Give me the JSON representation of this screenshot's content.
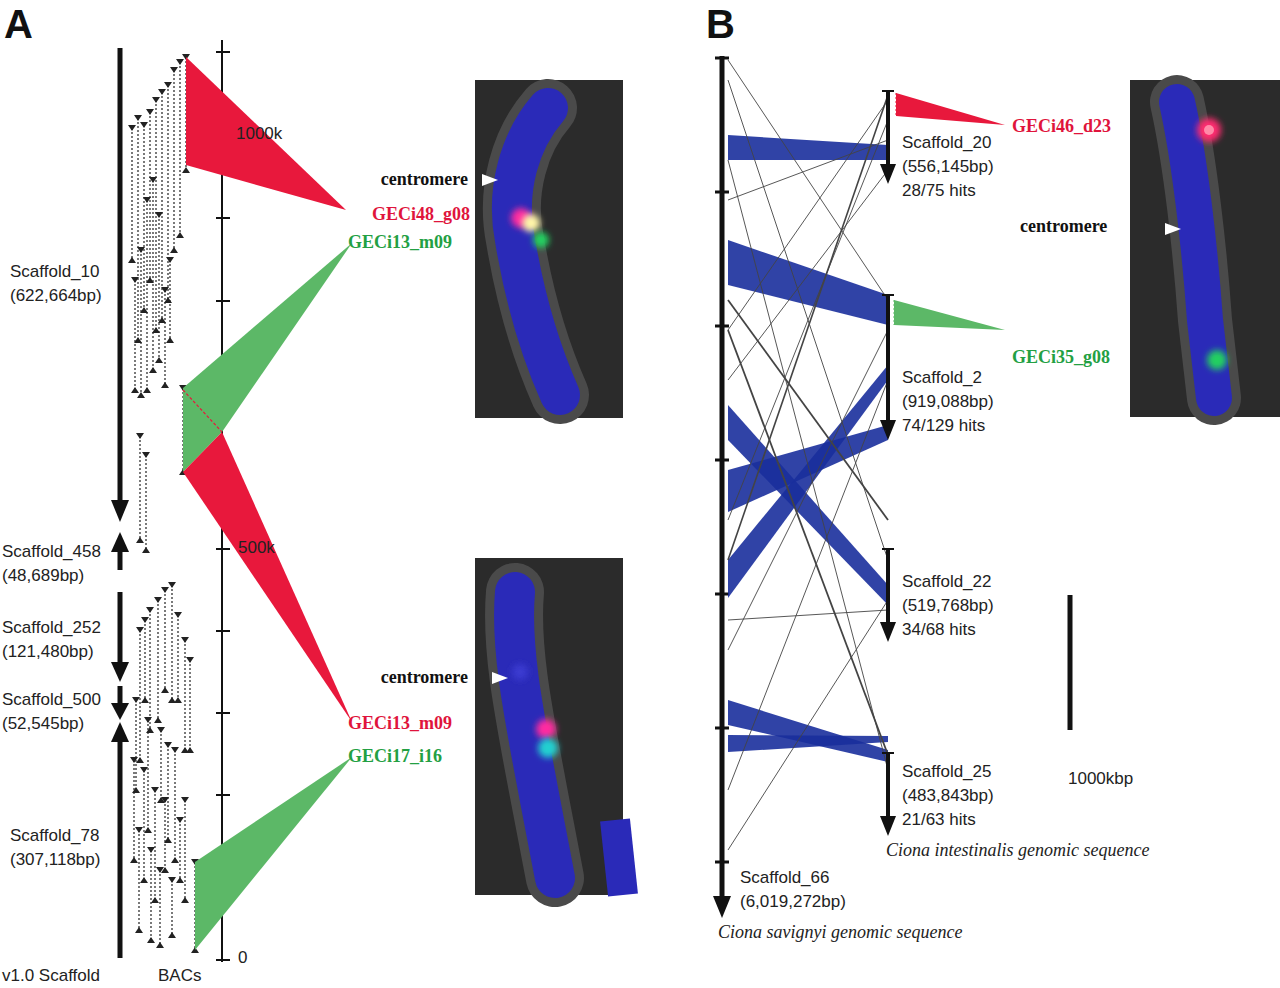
{
  "diagram": {
    "labels": [
      "A",
      "Scaffold_10 (622,664bp)",
      "Scaffold_458 (48,689bp)",
      "Scaffold_252 (121,480bp)",
      "Scaffold_500 (52,545bp)",
      "Scaffold_78 (307,118bp)",
      "v1.0 Scaffold",
      "BACs",
      "1000k",
      "500k",
      "0",
      "centromere",
      "GECi48_g08",
      "GECi13_m09",
      "centromere",
      "GECi13_m09",
      "GECi17_i16",
      "B",
      "GECi46_d23",
      "centromere",
      "GECi35_g08",
      "Scaffold_20 (556,145bp) 28/75 hits",
      "Scaffold_2 (919,088bp) 74/129 hits",
      "Scaffold_22 (519,768bp) 34/68 hits",
      "Scaffold_25 (483,843bp) 21/63 hits",
      "1000kbp",
      "Ciona intestinalis genomic sequence",
      "Scaffold_66 (6,019,272bp)",
      "Ciona savignyi genomic sequence"
    ]
  }
}
